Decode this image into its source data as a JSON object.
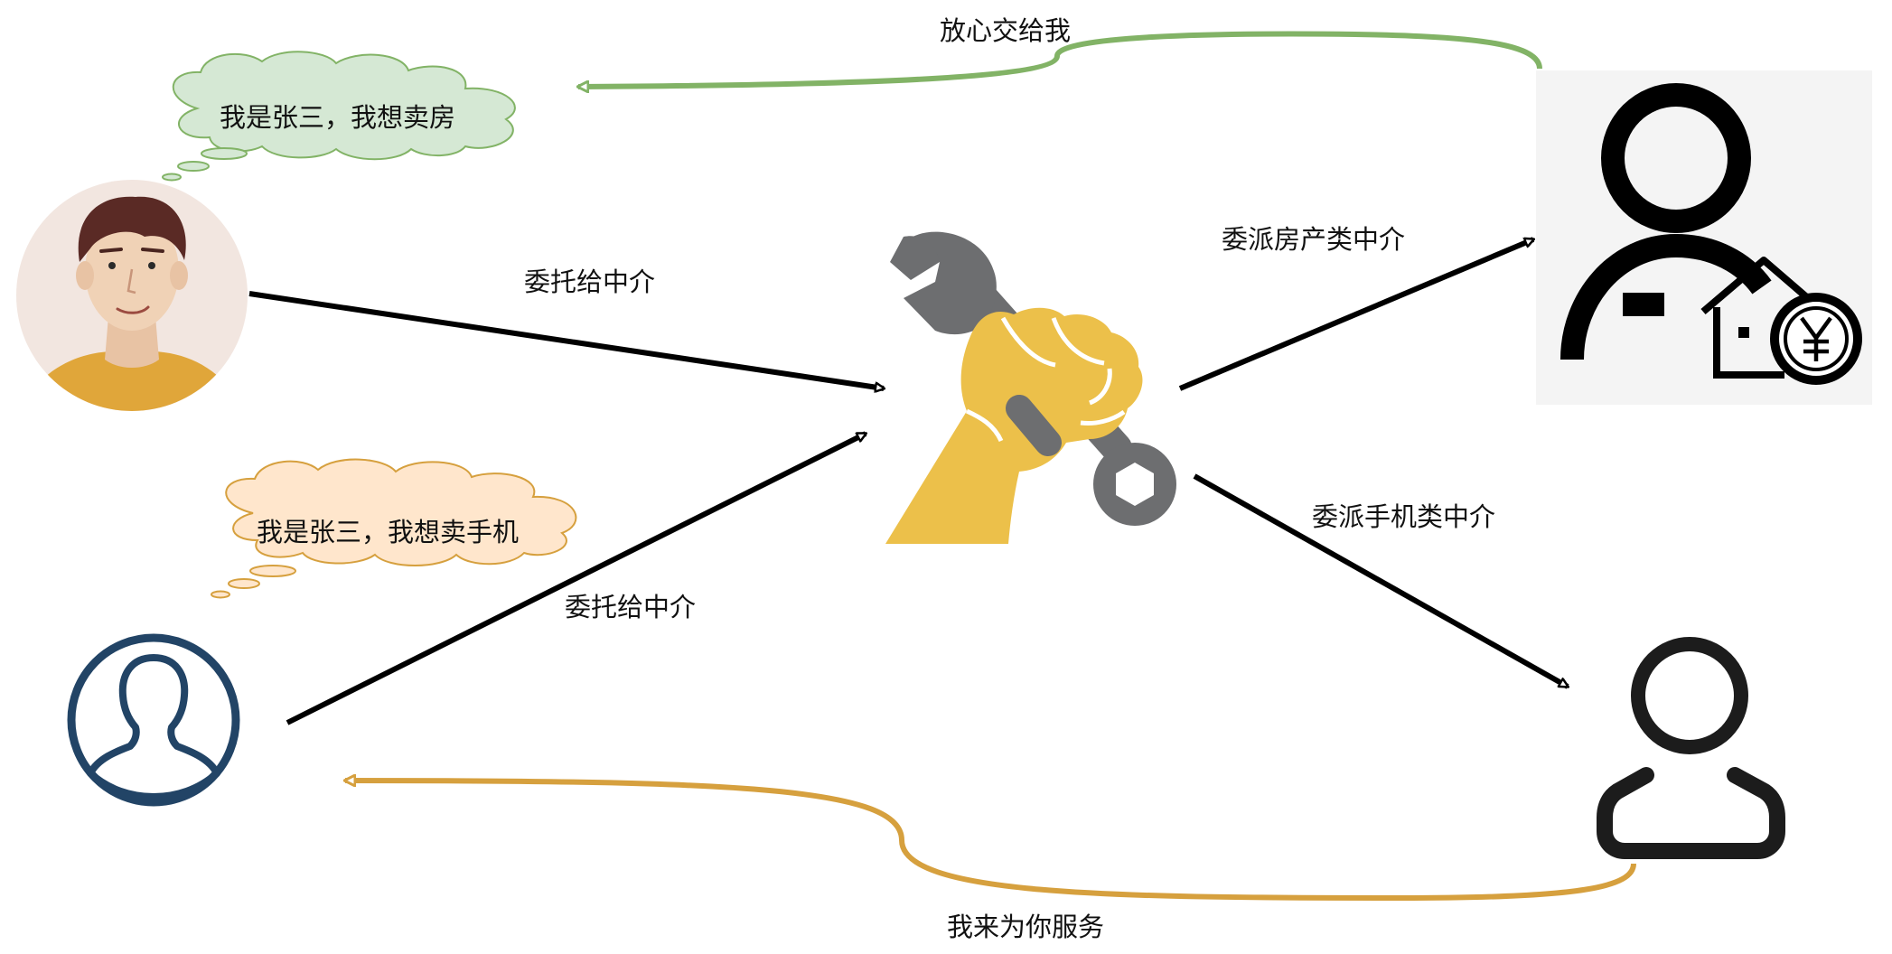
{
  "bubbles": {
    "top": "我是张三，我想卖房",
    "bottom": "我是张三，我想卖手机"
  },
  "edges": {
    "user1_to_agent": "委托给中介",
    "user2_to_agent": "委托给中介",
    "agent_to_house": "委派房产类中介",
    "agent_to_phone": "委派手机类中介",
    "house_return": "放心交给我",
    "phone_return": "我来为你服务"
  },
  "colors": {
    "green": "#82b366",
    "orange": "#d6a03e",
    "black": "#000000",
    "wrench": "#6d6e70",
    "hand": "#ecc04a",
    "green_bubble_fill": "#d5e8d4",
    "orange_bubble_fill": "#ffe6cc",
    "user_icon_blue": "#224466"
  }
}
